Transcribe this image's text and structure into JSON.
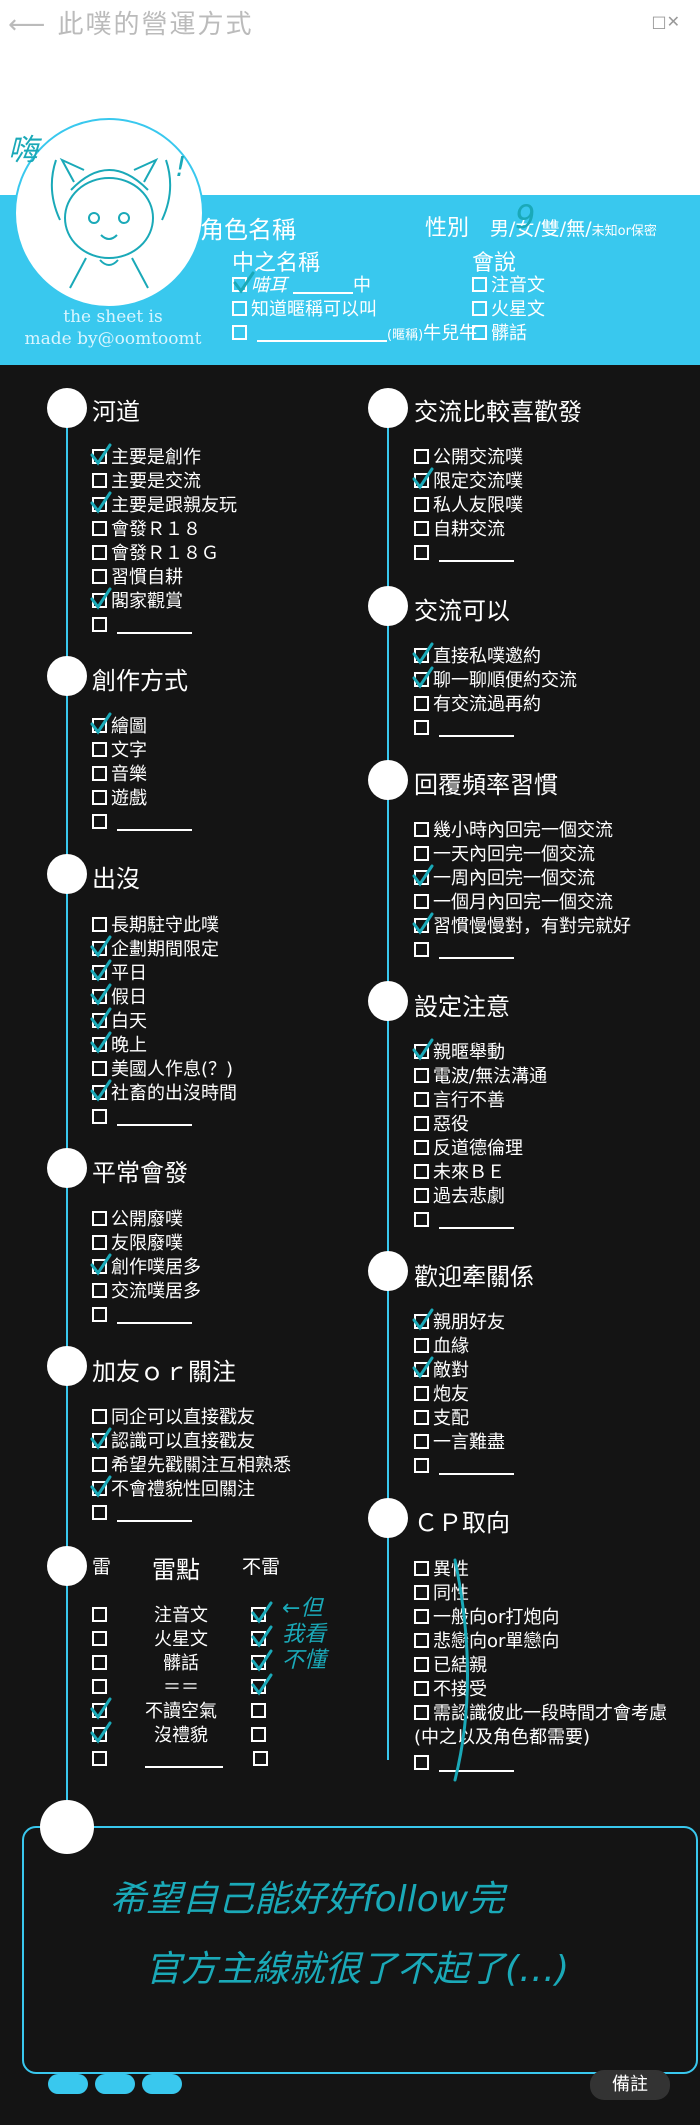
{
  "header": {
    "title": "此噗的營運方式",
    "close": "□✕"
  },
  "profile": {
    "credit": [
      "the sheet is",
      "made by@oomtoomt"
    ],
    "role_name_label": "角色名稱",
    "gender_label": "性別",
    "gender_options": "男/女/雙/無/",
    "gender_small": "未知or保密",
    "chinese_name_label": "中之名稱",
    "chinese_name_items": [
      "中",
      "知道暱稱可以叫",
      "(暱稱)"
    ],
    "chinese_name_hand": [
      "喵耳",
      "牛兒牛"
    ],
    "speech_label": "會說",
    "speech_items": [
      "注音文",
      "火星文",
      "髒話"
    ]
  },
  "sections": {
    "hedao": {
      "title": "河道",
      "items": [
        "主要是創作",
        "主要是交流",
        "主要是跟親友玩",
        "會發Ｒ１８",
        "會發Ｒ１８Ｇ",
        "習慣自耕",
        "閣家觀賞"
      ]
    },
    "create": {
      "title": "創作方式",
      "items": [
        "繪圖",
        "文字",
        "音樂",
        "遊戲"
      ]
    },
    "chumo": {
      "title": "出沒",
      "items": [
        "長期駐守此噗",
        "企劃期間限定",
        "平日",
        "假日",
        "白天",
        "晚上",
        "美國人作息(？)",
        "社畜的出沒時間"
      ]
    },
    "usual": {
      "title": "平常會發",
      "items": [
        "公開廢噗",
        "友限廢噗",
        "創作噗居多",
        "交流噗居多"
      ]
    },
    "friend": {
      "title": "加友ｏｒ關注",
      "items": [
        "同企可以直接戳友",
        "認識可以直接戳友",
        "希望先戳關注互相熟悉",
        "不會禮貌性回關注"
      ]
    },
    "likes": {
      "title": "交流比較喜歡發",
      "items": [
        "公開交流噗",
        "限定交流噗",
        "私人友限噗",
        "自耕交流"
      ]
    },
    "canx": {
      "title": "交流可以",
      "items": [
        "直接私噗邀約",
        "聊一聊順便約交流",
        "有交流過再約"
      ]
    },
    "reply": {
      "title": "回覆頻率習慣",
      "items": [
        "幾小時內回完一個交流",
        "一天內回完一個交流",
        "一周內回完一個交流",
        "一個月內回完一個交流",
        "習慣慢慢對，有對完就好"
      ]
    },
    "setting": {
      "title": "設定注意",
      "items": [
        "親暱舉動",
        "電波/無法溝通",
        "言行不善",
        "惡役",
        "反道德倫理",
        "未來ＢＥ",
        "過去悲劇"
      ]
    },
    "welcome": {
      "title": "歡迎牽關係",
      "items": [
        "親朋好友",
        "血緣",
        "敵對",
        "炮友",
        "支配",
        "一言難盡"
      ]
    },
    "cp": {
      "title": "ＣＰ取向",
      "items": [
        "異性",
        "同性",
        "一般向or打炮向",
        "悲戀向or單戀向",
        "已結親",
        "不接受",
        "需認識彼此一段時間才會考慮",
        "(中之以及角色都需要)"
      ]
    }
  },
  "mine": {
    "title": "雷點",
    "left": "雷",
    "right": "不雷",
    "items": [
      "注音文",
      "火星文",
      "髒話",
      "＝＝",
      "不讀空氣",
      "沒禮貌"
    ],
    "hand_note": "←但我看不懂"
  },
  "notes": {
    "hand_lines": [
      "希望自己能好好follow完",
      "官方主線就很了不起了(…)"
    ],
    "memo_label": "備註"
  },
  "corner_hand": [
    "嗨",
    "!",
    "9"
  ],
  "colors": {
    "accent": "#39c8ee",
    "ink": "#1aa9b8",
    "bg": "#141414"
  }
}
